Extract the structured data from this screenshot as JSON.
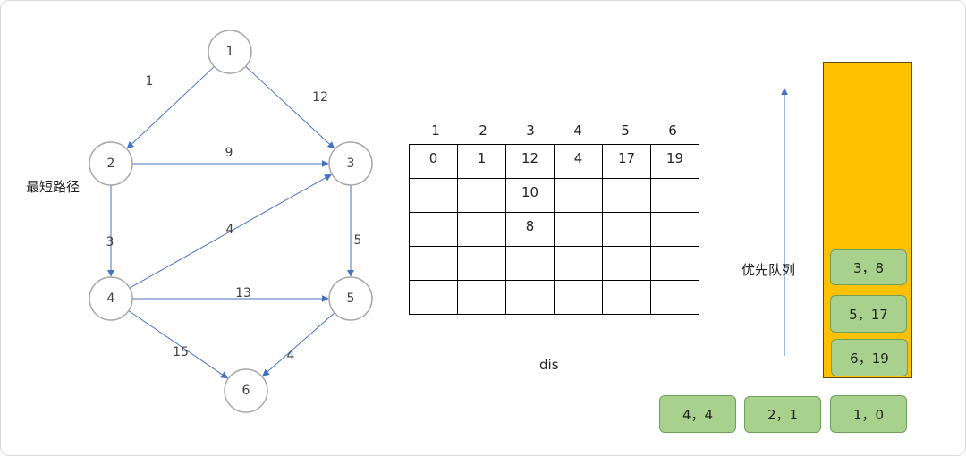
{
  "graph": {
    "nodes": [
      {
        "id": "1",
        "label": "1"
      },
      {
        "id": "2",
        "label": "2"
      },
      {
        "id": "3",
        "label": "3"
      },
      {
        "id": "4",
        "label": "4"
      },
      {
        "id": "5",
        "label": "5"
      },
      {
        "id": "6",
        "label": "6"
      }
    ],
    "edges": [
      {
        "from": "1",
        "to": "2",
        "weight": "1"
      },
      {
        "from": "1",
        "to": "3",
        "weight": "12"
      },
      {
        "from": "2",
        "to": "3",
        "weight": "9"
      },
      {
        "from": "2",
        "to": "4",
        "weight": "3"
      },
      {
        "from": "4",
        "to": "3",
        "weight": "4"
      },
      {
        "from": "3",
        "to": "5",
        "weight": "5"
      },
      {
        "from": "4",
        "to": "5",
        "weight": "13"
      },
      {
        "from": "4",
        "to": "6",
        "weight": "15"
      },
      {
        "from": "5",
        "to": "6",
        "weight": "4"
      }
    ],
    "edge_color": "#4472c4"
  },
  "labels": {
    "shortest_path": "最短路径",
    "dis": "dis",
    "priority_queue": "优先队列"
  },
  "dis_table": {
    "headers": [
      "1",
      "2",
      "3",
      "4",
      "5",
      "6"
    ],
    "rows": [
      [
        "0",
        "1",
        "12",
        "4",
        "17",
        "19"
      ],
      [
        "",
        "",
        "10",
        "",
        "",
        ""
      ],
      [
        "",
        "",
        "8",
        "",
        "",
        ""
      ],
      [
        "",
        "",
        "",
        "",
        "",
        ""
      ],
      [
        "",
        "",
        "",
        "",
        "",
        ""
      ]
    ]
  },
  "priority_queue": {
    "in_queue": [
      "3，8",
      "5，17",
      "6，19"
    ],
    "popped": [
      "4，4",
      "2，1",
      "1，0"
    ],
    "queue_color": "#ffc000",
    "chip_color": "#a9d18e"
  }
}
